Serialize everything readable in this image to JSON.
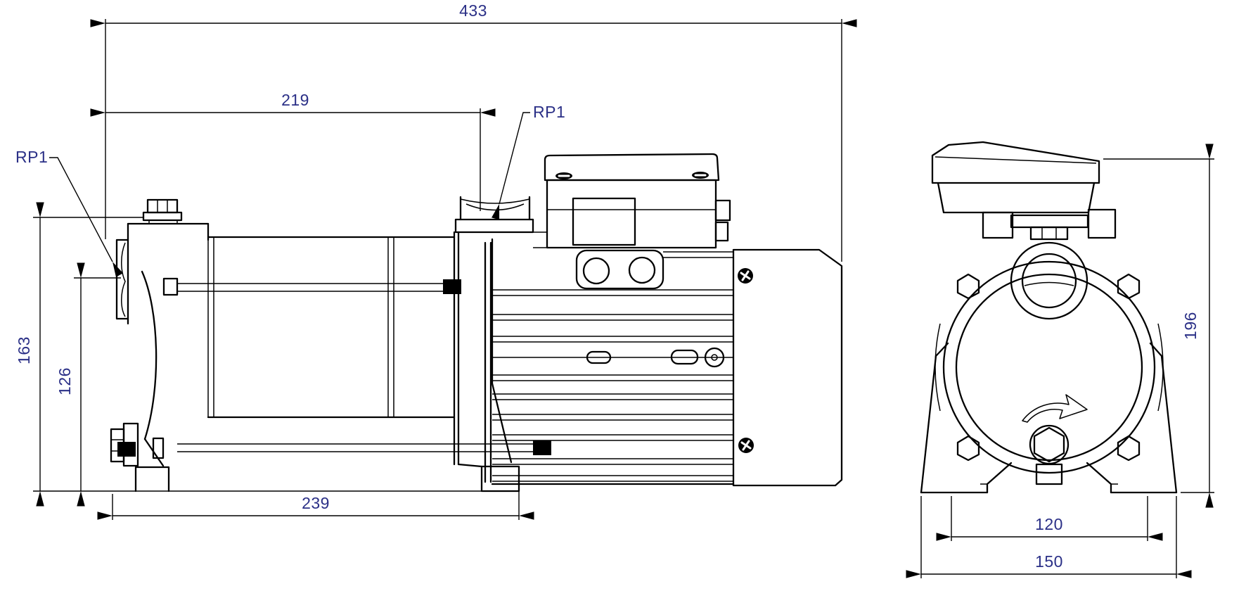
{
  "drawing": {
    "kind": "pump dimensional drawing, two views",
    "colors": {
      "line": "#000000",
      "dimension_text": "#2b3087",
      "background": "#ffffff"
    }
  },
  "side_view": {
    "dimensions": {
      "overall_length": "433",
      "discharge_port_length": "219",
      "base_length": "239",
      "casing_top_height": "163",
      "port_center_height": "126"
    },
    "labels": {
      "suction_port": "RP1",
      "discharge_port": "RP1"
    }
  },
  "front_view": {
    "dimensions": {
      "overall_height": "196",
      "foot_hole_spacing": "120",
      "base_width": "150"
    }
  }
}
